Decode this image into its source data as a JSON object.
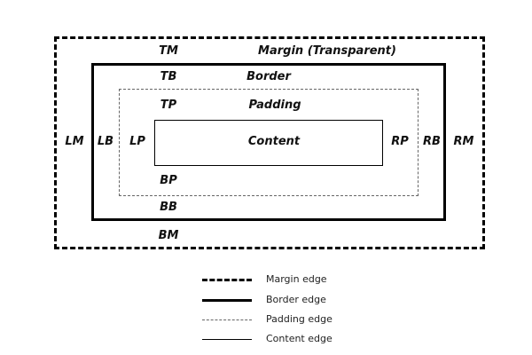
{
  "labels": {
    "tm": "TM",
    "margin": "Margin (Transparent)",
    "tb": "TB",
    "border": "Border",
    "tp": "TP",
    "padding": "Padding",
    "content": "Content",
    "lm": "LM",
    "lb": "LB",
    "lp": "LP",
    "rp": "RP",
    "rb": "RB",
    "rm": "RM",
    "bp": "BP",
    "bb": "BB",
    "bm": "BM"
  },
  "legend": [
    {
      "label": "Margin edge",
      "style": "thick-dashed"
    },
    {
      "label": "Border edge",
      "style": "thick-solid"
    },
    {
      "label": "Padding edge",
      "style": "thin-dashed"
    },
    {
      "label": "Content edge",
      "style": "thin-solid"
    }
  ],
  "colors": {
    "line": "#000000",
    "padding_line": "#666666",
    "background": "#ffffff"
  }
}
